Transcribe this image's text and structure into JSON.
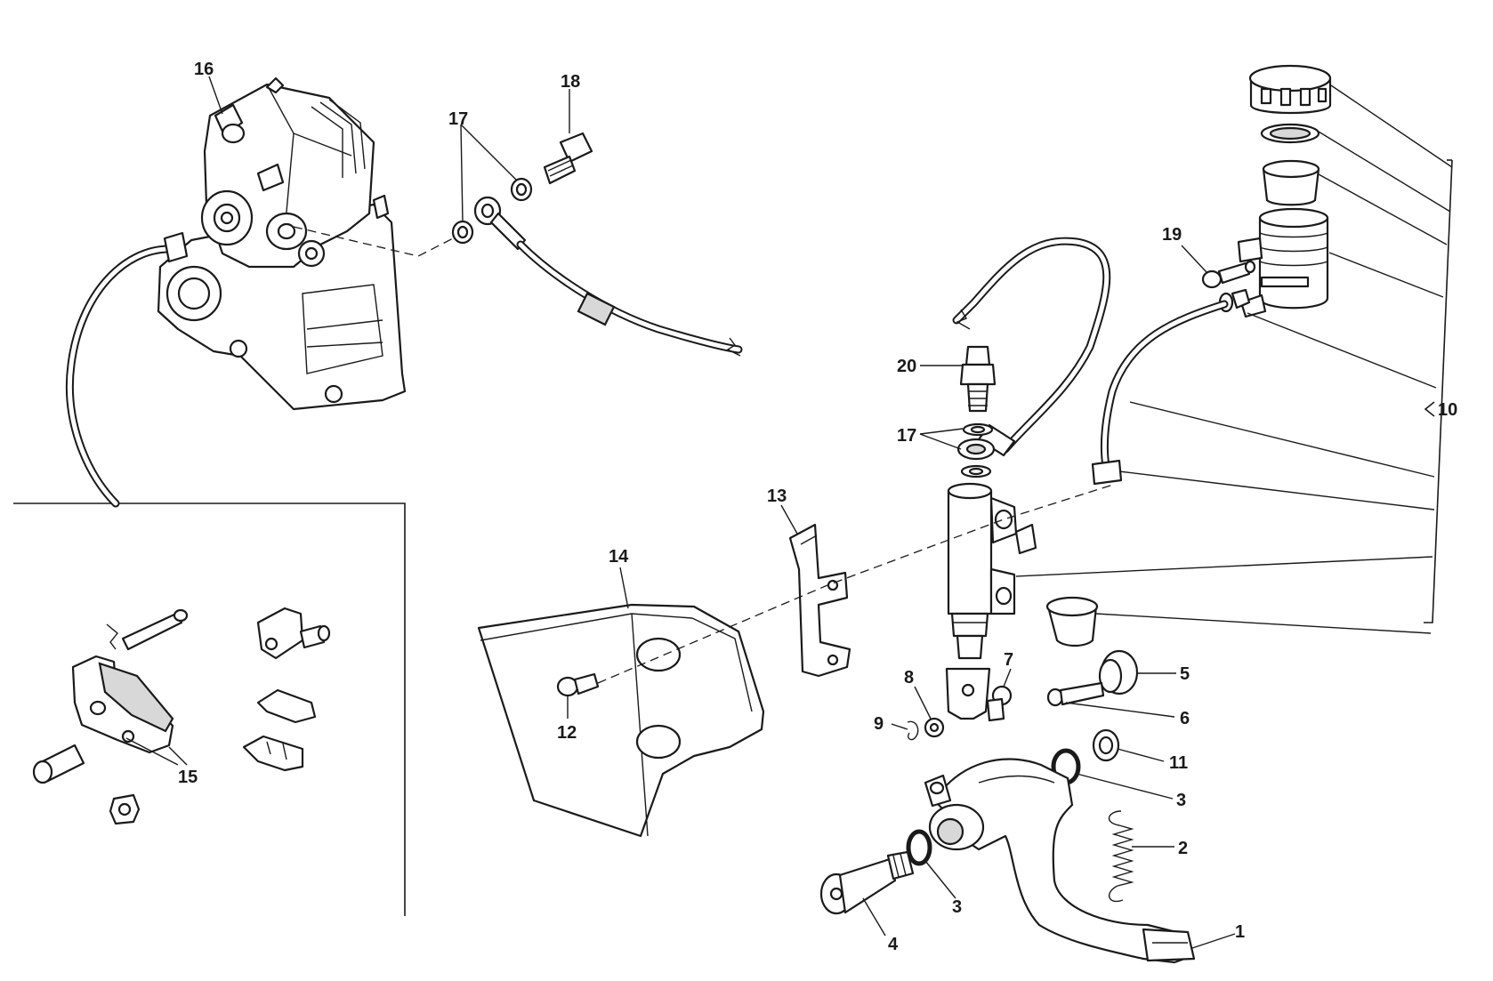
{
  "diagram": {
    "callouts": {
      "c1": "1",
      "c2": "2",
      "c3a": "3",
      "c3b": "3",
      "c4": "4",
      "c5": "5",
      "c6": "6",
      "c7": "7",
      "c8": "8",
      "c9": "9",
      "c10": "10",
      "c11": "11",
      "c12": "12",
      "c13": "13",
      "c14": "14",
      "c15": "15",
      "c16": "16",
      "c17a": "17",
      "c17b": "17",
      "c18": "18",
      "c19": "19",
      "c20": "20"
    }
  }
}
